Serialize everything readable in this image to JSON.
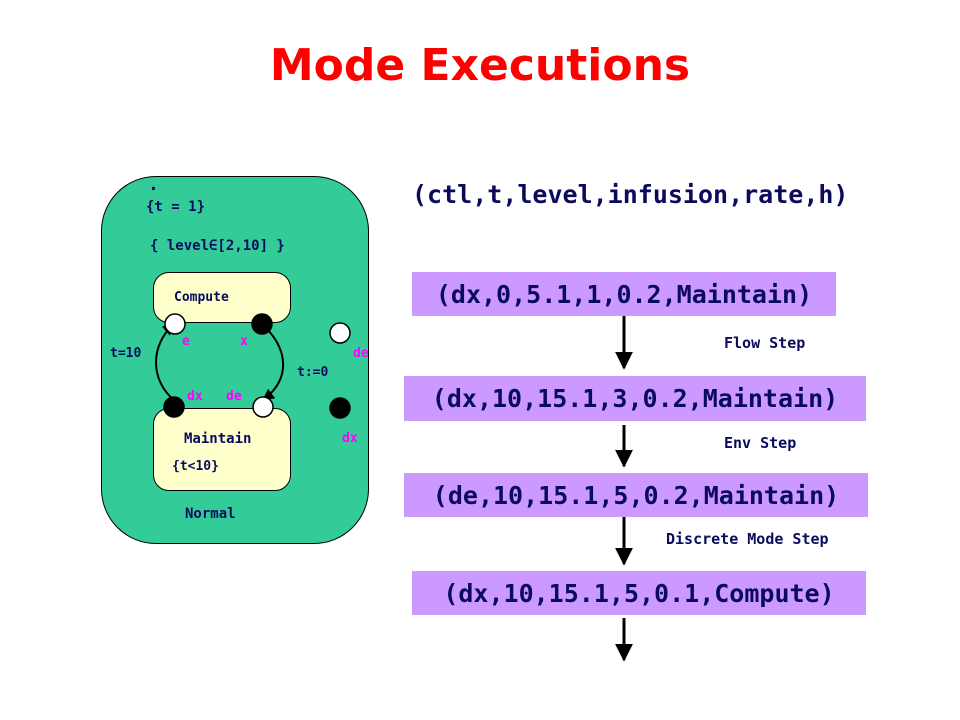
{
  "title": "Mode Executions",
  "tuple_header": "(ctl,t,level,infusion,rate,h)",
  "states": [
    "(dx,0,5.1,1,0.2,Maintain)",
    "(dx,10,15.1,3,0.2,Maintain)",
    "(de,10,15.1,5,0.2,Maintain)",
    "(dx,10,15.1,5,0.1,Compute)"
  ],
  "steps": [
    "Flow Step",
    "Env Step",
    "Discrete Mode Step"
  ],
  "diagram": {
    "outer_mode": "Normal",
    "flow_dot": ".",
    "flow_constraint": "{t = 1}",
    "invariant": "{ level∈[2,10] }",
    "compute_mode": "Compute",
    "maintain_mode": "Maintain",
    "maintain_invariant": "{t<10}",
    "guard": "t=10",
    "reset": "t:=0",
    "port_e": "e",
    "port_x": "x",
    "port_dx_inner": "dx",
    "port_de_inner": "de",
    "port_de_outer": "de",
    "port_dx_outer": "dx"
  },
  "colors": {
    "title": "#ff0000",
    "text": "#0b0b5e",
    "state_box": "#cc99ff",
    "outer_mode_fill": "#33cc99",
    "inner_mode_fill": "#ffffcc",
    "port_label": "#ff00ff"
  }
}
